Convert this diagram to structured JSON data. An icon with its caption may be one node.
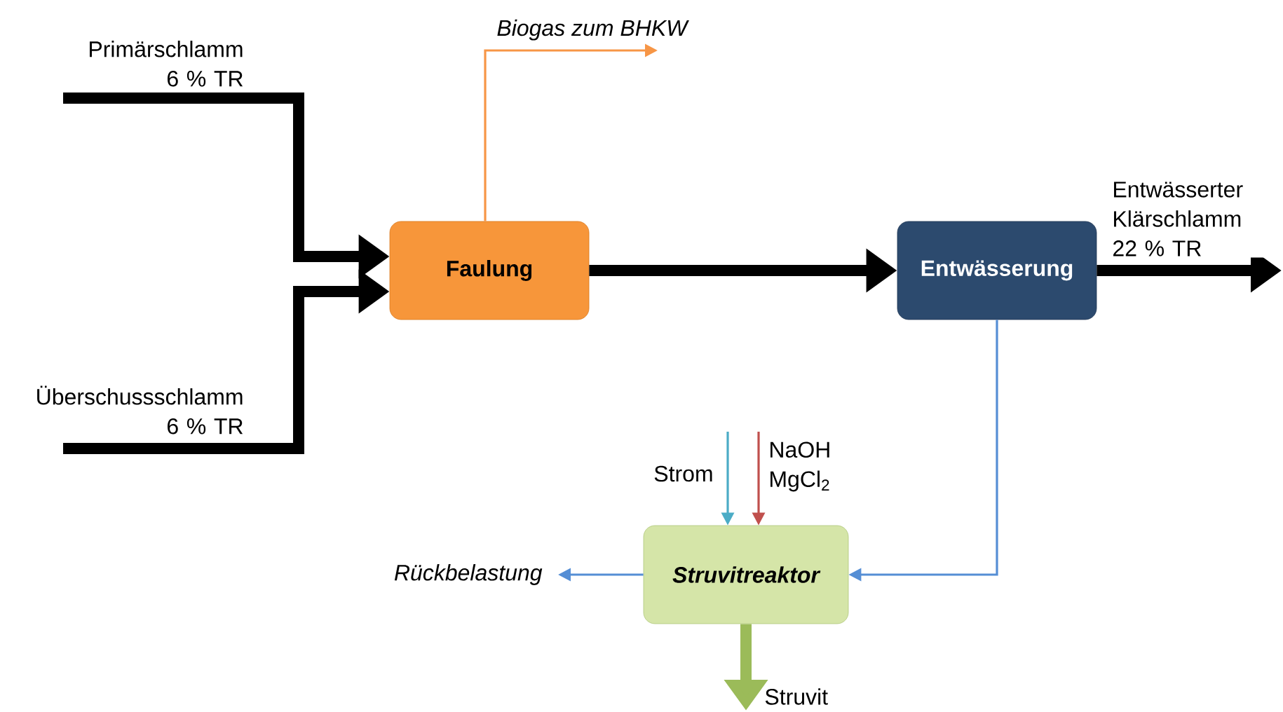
{
  "diagram": {
    "nodes": [
      {
        "text": [
          "Primärschlamm 6 % TR"
        ]
      },
      {
        "text": [
          "Überschussschlamm 6 % TR"
        ]
      },
      {
        "text": [
          "Faulung"
        ]
      },
      {
        "text": [
          "Biogas zum BHKW"
        ]
      },
      {
        "text": [
          "Entwässerung"
        ]
      },
      {
        "text": [
          "Struvitreaktor"
        ]
      },
      {
        "text": [
          "Rückbelastung"
        ]
      },
      {
        "text": [
          "Struvit"
        ]
      }
    ],
    "edges": [
      {
        "from": 0,
        "to": 2,
        "arrow": "to",
        "style": "thick"
      },
      {
        "from": 1,
        "to": 2,
        "arrow": "to",
        "style": "thick"
      },
      {
        "from": 2,
        "to": 3,
        "arrow": "to",
        "color": "#f79646"
      },
      {
        "from": 2,
        "to": 4,
        "arrow": "to",
        "style": "thick"
      },
      {
        "from": 4,
        "to": null,
        "arrow": "to",
        "style": "thick",
        "label": "Entwässerter Klärschlamm 22 % TR"
      },
      {
        "from": 4,
        "to": 5,
        "arrow": "to",
        "color": "#558ed5"
      },
      {
        "from": null,
        "to": 5,
        "arrow": "to",
        "color": "#4bacc6",
        "label": "Strom"
      },
      {
        "from": null,
        "to": 5,
        "arrow": "to",
        "color": "#c0504d",
        "label": "NaOH MgCl$_{2}$"
      },
      {
        "from": 5,
        "to": 6,
        "arrow": "to",
        "color": "#558ed5"
      },
      {
        "from": 5,
        "to": 7,
        "arrow": "to",
        "style": "thick",
        "color": "#9bbb59"
      }
    ]
  }
}
